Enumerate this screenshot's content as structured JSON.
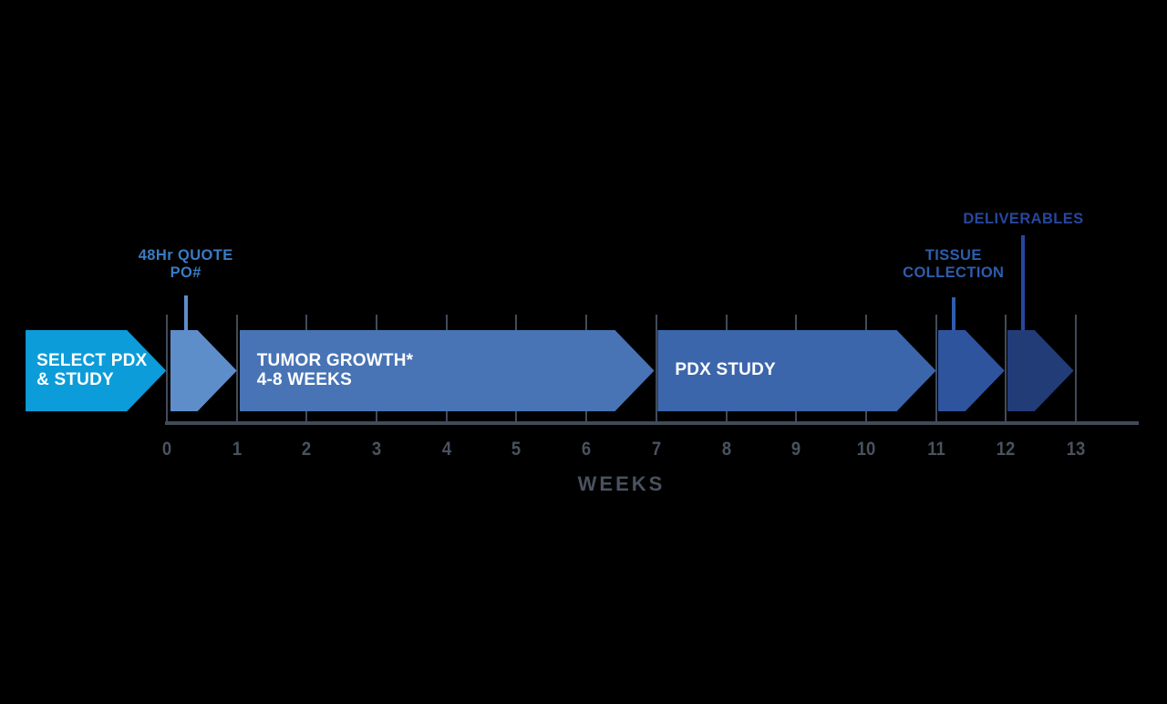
{
  "background_color": "#000000",
  "timeline": {
    "title_hidden": "",
    "stages": [
      {
        "id": "select-pdx",
        "label_lines": [
          "SELECT PDX",
          "& STUDY"
        ],
        "week_start": -2.02,
        "week_end": -0.01,
        "color": "#0c9cd9",
        "text_color": "#ffffff"
      },
      {
        "id": "quote",
        "label_lines": [],
        "week_start": 0.05,
        "week_end": 1.0,
        "color": "#5e8ec9",
        "callout": {
          "label_lines": [
            "48Hr QUOTE",
            "PO#"
          ],
          "week": 0.27,
          "text_color": "#3a7cc2",
          "line_color": "#5e8ec9"
        }
      },
      {
        "id": "tumor-growth",
        "label_lines": [
          "TUMOR GROWTH*",
          "4-8 WEEKS"
        ],
        "week_start": 1.04,
        "week_end": 6.97,
        "color": "#4874b5",
        "text_color": "#ffffff"
      },
      {
        "id": "pdx-study",
        "label_lines": [
          "PDX STUDY"
        ],
        "week_start": 7.02,
        "week_end": 11.0,
        "color": "#3c66ab",
        "text_color": "#ffffff"
      },
      {
        "id": "tissue-collection",
        "label_lines": [],
        "week_start": 11.03,
        "week_end": 11.98,
        "color": "#2e549e",
        "callout": {
          "label_lines": [
            "TISSUE",
            "COLLECTION"
          ],
          "week": 11.25,
          "text_color": "#2e5dad",
          "line_color": "#2e5dad"
        }
      },
      {
        "id": "deliverables",
        "label_lines": [],
        "week_start": 12.02,
        "week_end": 12.97,
        "color": "#223c78",
        "callout": {
          "label_lines": [
            "DELIVERABLES"
          ],
          "week": 12.25,
          "text_color": "#27479d",
          "line_color": "#27479d"
        }
      }
    ],
    "axis": {
      "tick_labels": [
        "0",
        "1",
        "2",
        "3",
        "4",
        "5",
        "6",
        "7",
        "8",
        "9",
        "10",
        "11",
        "12",
        "13"
      ],
      "label": "WEEKS",
      "line_color": "#414b59",
      "text_color": "#49525e"
    }
  }
}
